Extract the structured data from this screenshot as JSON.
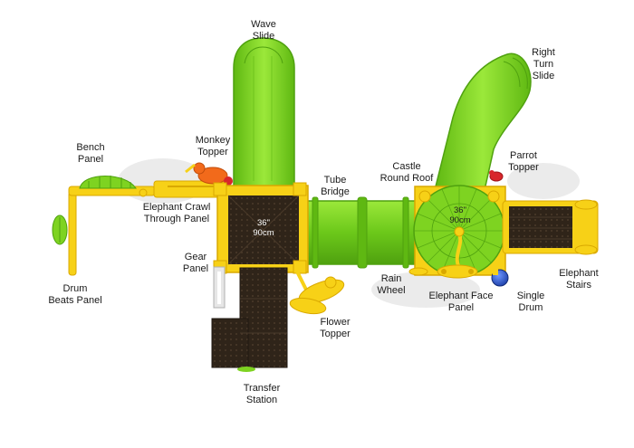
{
  "colors": {
    "green": "#7ed321",
    "green_dark": "#4fa10f",
    "yellow": "#f7d117",
    "yellow_dark": "#d9a800",
    "deck": "#2f2419",
    "deck_line": "#4a3a2a",
    "orange": "#f26a1b",
    "red": "#d8262b",
    "blue": "#1c4fc4"
  },
  "labels": {
    "wave_slide": [
      "Wave",
      "Slide"
    ],
    "right_turn_slide": [
      "Right",
      "Turn",
      "Slide"
    ],
    "bench_panel": [
      "Bench",
      "Panel"
    ],
    "monkey_topper": [
      "Monkey",
      "Topper"
    ],
    "castle_round_roof": [
      "Castle",
      "Round Roof"
    ],
    "parrot_topper": [
      "Parrot",
      "Topper"
    ],
    "tube_bridge": [
      "Tube",
      "Bridge"
    ],
    "elephant_crawl": [
      "Elephant Crawl",
      "Through Panel"
    ],
    "gear_panel": [
      "Gear",
      "Panel"
    ],
    "drum_beats_panel": [
      "Drum",
      "Beats Panel"
    ],
    "rain_wheel": [
      "Rain",
      "Wheel"
    ],
    "elephant_face_panel": [
      "Elephant Face",
      "Panel"
    ],
    "single_drum": [
      "Single",
      "Drum"
    ],
    "elephant_stairs": [
      "Elephant",
      "Stairs"
    ],
    "flower_topper": [
      "Flower",
      "Topper"
    ],
    "transfer_station": [
      "Transfer",
      "Station"
    ]
  },
  "deck_left_dim": [
    "36\"",
    "90cm"
  ],
  "deck_right_dim": [
    "36\"",
    "90cm"
  ]
}
